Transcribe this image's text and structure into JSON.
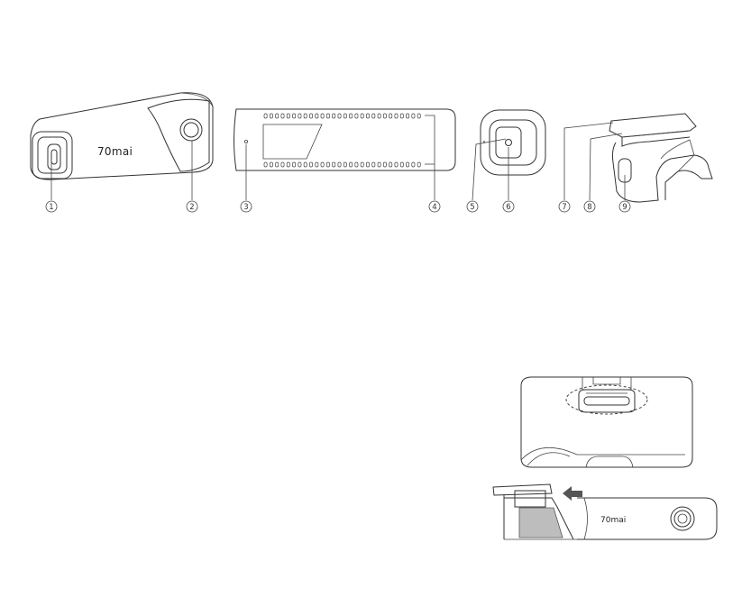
{
  "brand": {
    "logo_text": "70mai"
  },
  "callouts": [
    "1",
    "2",
    "3",
    "4",
    "5",
    "6",
    "7",
    "8",
    "9"
  ],
  "colors": {
    "line": "#333333",
    "arrow": "#555555",
    "background": "#ffffff"
  }
}
